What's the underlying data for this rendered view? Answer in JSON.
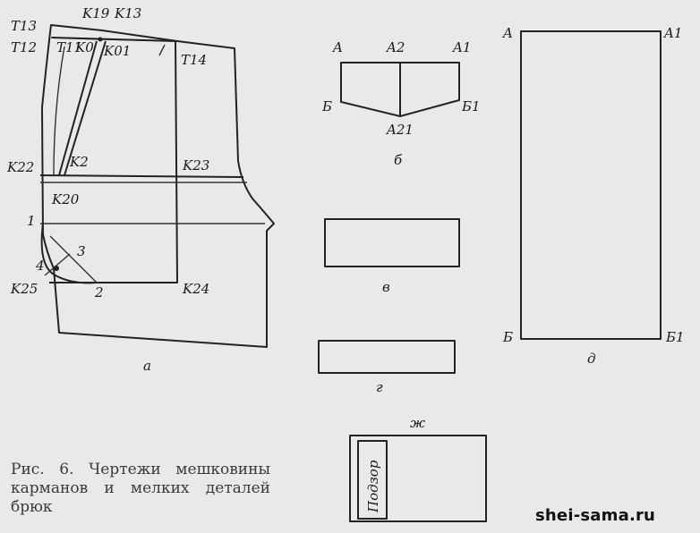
{
  "labels": {
    "T13": "T13",
    "K19": "K19",
    "K13": "K13",
    "T12": "T12",
    "T11": "T11",
    "K0": "K0",
    "K01": "K01",
    "T14": "T14",
    "K2": "K2",
    "K22": "K22",
    "K23": "K23",
    "K20": "K20",
    "p1": "1",
    "p3": "3",
    "p4": "4",
    "p2": "2",
    "K25": "K25",
    "K24": "K24",
    "A": "A",
    "A2": "A2",
    "A1": "A1",
    "B": "Б",
    "B1": "Б1",
    "A21": "A21",
    "R_A": "A",
    "R_A1": "A1",
    "R_B": "Б",
    "R_B1": "Б1"
  },
  "parts": {
    "a": "а",
    "b": "б",
    "v": "в",
    "g": "г",
    "d": "д",
    "zh": "ж"
  },
  "podzor": "Подзор",
  "caption": "Рис. 6. Чертежи мешковины карманов и мелких деталей брюк",
  "watermark": "shei-sama.ru"
}
